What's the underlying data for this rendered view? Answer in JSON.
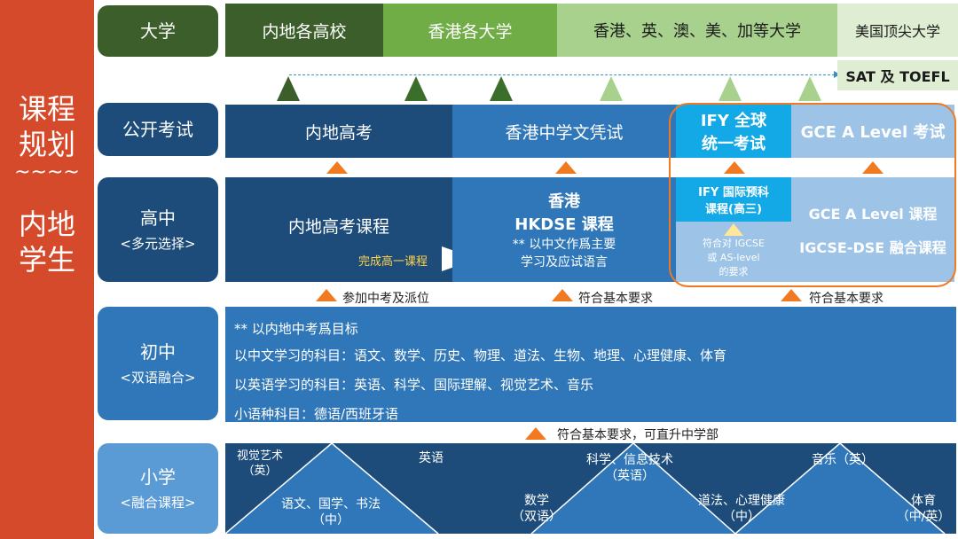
{
  "sidebar": {
    "line1": "课程",
    "line2": "规划",
    "tilde": "~~~~",
    "line3": "内地",
    "line4": "学生"
  },
  "levels": {
    "university": {
      "main": "大学"
    },
    "exam": {
      "main": "公开考试"
    },
    "high": {
      "main": "高中",
      "sub": "<多元选择>"
    },
    "middle": {
      "main": "初中",
      "sub": "<双语融合>"
    },
    "primary": {
      "main": "小学",
      "sub": "<融合课程>"
    }
  },
  "universities": [
    "内地各高校",
    "香港各大学",
    "香港、英、澳、美、加等大学",
    "美国顶尖大学"
  ],
  "sat": {
    "label": "SAT 及 TOEFL"
  },
  "exams": {
    "mainland": "内地高考",
    "hkdse": "香港中学文凭试",
    "ify_line1": "IFY 全球",
    "ify_line2": "统一考试",
    "alevel": "GCE A Level 考试"
  },
  "high": {
    "mainland": "内地高考课程",
    "finish": "完成高一课程",
    "hk_line1": "香港",
    "hk_line2": "HKDSE 课程",
    "hk_line3": "** 以中文作爲主要",
    "hk_line4": "学习及应试语言",
    "ify_line1": "IFY 国际预科",
    "ify_line2": "课程(高三)",
    "ify_req1": "符合对 IGCSE",
    "ify_req2": "或 AS-level",
    "ify_req3": "的要求",
    "alevel": "GCE A Level 课程",
    "igcse": "IGCSE-DSE 融合课程"
  },
  "requirements": {
    "r1": "参加中考及派位",
    "r2": "符合基本要求",
    "r3": "符合基本要求"
  },
  "middle": {
    "line1": "** 以内地中考爲目标",
    "line2": "以中文学习的科目：语文、数学、历史、物理、道法、生物、地理、心理健康、体育",
    "line3": "以英语学习的科目：英语、科学、国际理解、视觉艺术、音乐",
    "line4": "小语种科目：德语/西班牙语"
  },
  "promote": {
    "label": "符合基本要求，可直升中学部"
  },
  "primary": {
    "t1a": "视觉艺术",
    "t1b": "（英）",
    "t2": "英语",
    "t3a": "科学、信息技术",
    "t3b": "（英语）",
    "t4": "音乐（英）",
    "b1a": "语文、国学、书法",
    "b1b": "（中）",
    "b2a": "数学",
    "b2b": "（双语）",
    "b3a": "道法、心理健康",
    "b3b": "（中）",
    "b4a": "体育",
    "b4b": "（中/英）"
  },
  "colors": {
    "sidebar": "#d64a2c",
    "navy": "#1d4c7a",
    "blue": "#2f77b8",
    "lightblue": "#9dc3e6",
    "cyan": "#12a9e6",
    "green_dark": "#3b5e2b",
    "green_mid": "#70ad47",
    "green_light": "#a9d18e",
    "orange": "#f07a22"
  }
}
